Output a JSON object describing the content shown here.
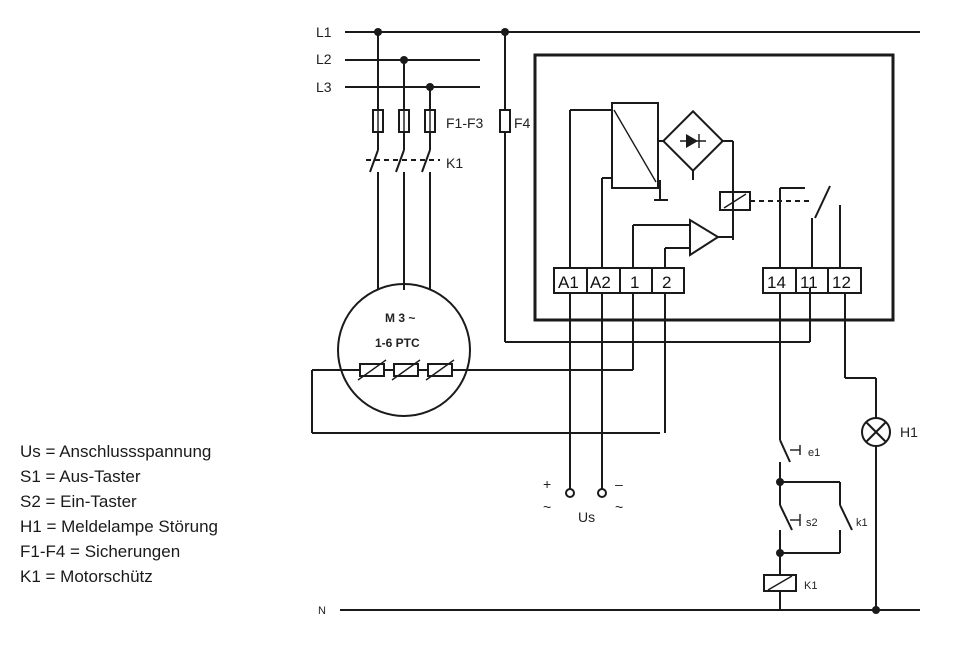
{
  "lines": {
    "l1": "L1",
    "l2": "L2",
    "l3": "L3",
    "n": "N"
  },
  "fuses": {
    "f1_f3": "F1-F3",
    "f4": "F4"
  },
  "contactor": {
    "k1_main": "K1",
    "k1_coil": "K1",
    "k1_aux": "k1"
  },
  "motor": {
    "line1": "M 3 ~",
    "line2": "1-6 PTC"
  },
  "terminals": [
    "A1",
    "A2",
    "1",
    "2",
    "14",
    "11",
    "12"
  ],
  "supply": {
    "plus": "+",
    "minus": "–",
    "tilde_left": "~",
    "tilde_right": "~",
    "label": "Us"
  },
  "buttons": {
    "s1": "e1",
    "s2": "s2"
  },
  "lamp": {
    "h1": "H1"
  },
  "legend": [
    "Us = Anschlussspannung",
    "S1 = Aus-Taster",
    "S2 = Ein-Taster",
    "H1 = Meldelampe Störung",
    "F1-F4 = Sicherungen",
    "K1 = Motorschütz"
  ]
}
